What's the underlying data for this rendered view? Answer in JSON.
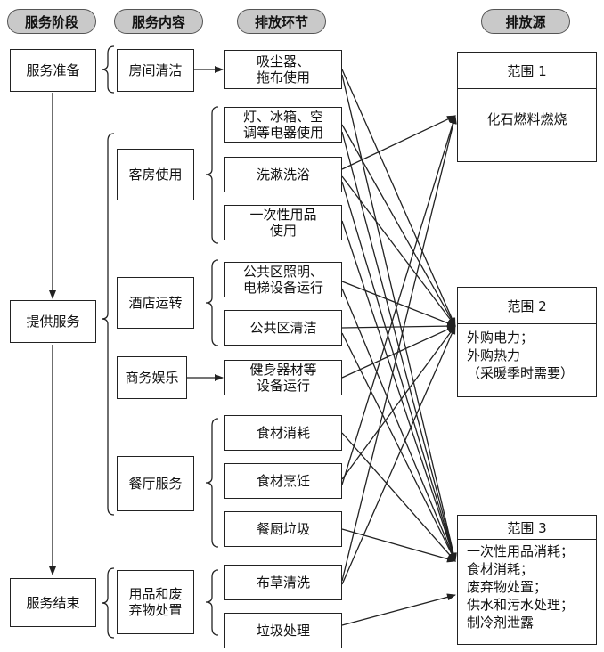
{
  "headers": {
    "stage": "服务阶段",
    "content": "服务内容",
    "link": "排放环节",
    "source": "排放源"
  },
  "stages": {
    "prep": "服务准备",
    "provide": "提供服务",
    "end": "服务结束"
  },
  "contents": {
    "room_clean": "房间清洁",
    "guest_room": "客房使用",
    "hotel_ops": "酒店运转",
    "business": "商务娱乐",
    "restaurant": "餐厅服务",
    "waste_lines": [
      "用品和废",
      "弃物处置"
    ]
  },
  "links": {
    "vacuum": [
      "吸尘器、",
      "拖布使用"
    ],
    "appliances": [
      "灯、冰箱、空",
      "调等电器使用"
    ],
    "wash": [
      "洗漱洗浴"
    ],
    "disposable": [
      "一次性用品",
      "使用"
    ],
    "lighting": [
      "公共区照明、",
      "电梯设备运行"
    ],
    "public_clean": [
      "公共区清洁"
    ],
    "fitness": [
      "健身器材等",
      "设备运行"
    ],
    "food_use": [
      "食材消耗"
    ],
    "cooking": [
      "食材烹饪"
    ],
    "kitchen_waste": [
      "餐厨垃圾"
    ],
    "linen": [
      "布草清洗"
    ],
    "garbage": [
      "垃圾处理"
    ]
  },
  "sources": {
    "scope1": {
      "title": "范围 1",
      "items": [
        "化石燃料燃烧"
      ]
    },
    "scope2": {
      "title": "范围 2",
      "items": [
        "外购电力；",
        "外购热力",
        "（采暖季时需要）"
      ]
    },
    "scope3": {
      "title": "范围 3",
      "items": [
        "一次性用品消耗；",
        "食材消耗；",
        "废弃物处置；",
        "供水和污水处理；",
        "制冷剂泄露"
      ]
    }
  }
}
